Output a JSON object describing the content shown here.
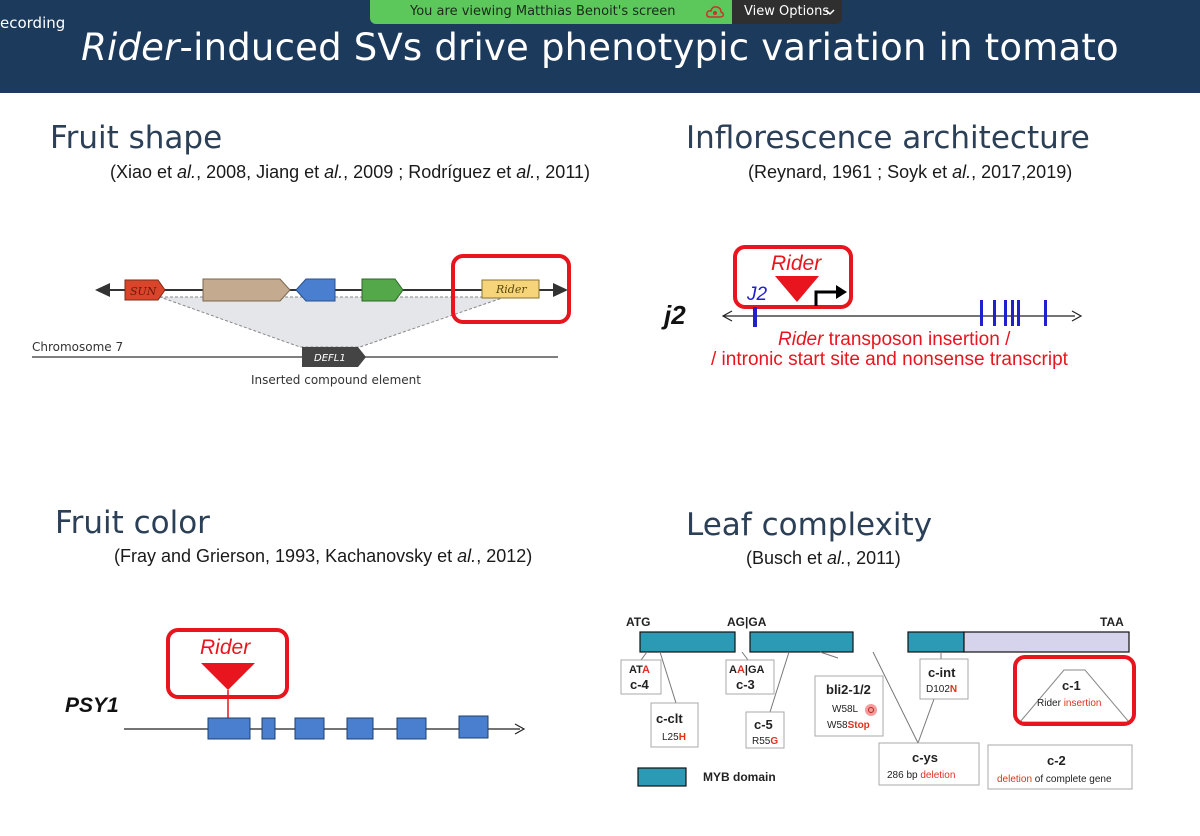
{
  "recording_label": "ecording",
  "zoom": {
    "banner_text": "You are viewing Matthias Benoit's screen",
    "view_options_label": "View Options",
    "banner_color": "#5cc85c"
  },
  "slide": {
    "title_italic": "Rider",
    "title_rest": "-induced SVs drive phenotypic variation in tomato",
    "header_color": "#1c3a5c",
    "highlight_color": "#e8141e"
  },
  "fruit_shape": {
    "title": "Fruit shape",
    "cite": {
      "a": "(Xiao et ",
      "a_i": "al.",
      "b": ", 2008, Jiang et ",
      "b_i": "al.",
      "c": ", 2009 ; Rodríguez et ",
      "c_i": "al.",
      "d": ", 2011)"
    },
    "gene_sun": "SUN",
    "gene_rider": "Rider",
    "chromosome": "Chromosome 7",
    "defl1": "DEFL1",
    "caption": "Inserted compound element"
  },
  "inflorescence": {
    "title": "Inflorescence architecture",
    "cite": {
      "a": "(Reynard, 1961 ; Soyk et ",
      "a_i": "al.",
      "b": ", 2017,2019)"
    },
    "rider_label": "Rider",
    "gene": "j2",
    "j2_marker": "J2",
    "desc_italic": "Rider",
    "desc_line1": " transposon insertion /",
    "desc_line2": "/ intronic start site and nonsense transcript"
  },
  "fruit_color": {
    "title": "Fruit color",
    "cite": {
      "a": "(Fray and Grierson, 1993, Kachanovsky et ",
      "a_i": "al.",
      "b": ", 2012)"
    },
    "rider_label": "Rider",
    "gene": "PSY1"
  },
  "leaf": {
    "title": "Leaf complexity",
    "cite": {
      "a": "(Busch et ",
      "a_i": "al.",
      "b": ", 2011)"
    },
    "atg": "ATG",
    "ag_ga": "AG|GA",
    "taa": "TAA",
    "c4": {
      "seq_black": "AT",
      "seq_red": "A",
      "name": "c-4"
    },
    "c3": {
      "seq_black1": "A",
      "seq_red": "A",
      "seq_black2": "|GA",
      "name": "c-3"
    },
    "cclt": {
      "name": "c-clt",
      "mut_black": "L25",
      "mut_red": "H"
    },
    "c5": {
      "name": "c-5",
      "mut_black": "R55",
      "mut_red": "G"
    },
    "bli": {
      "name": "bli2-1/2",
      "mut1": "W58L",
      "mut2_black": "W58",
      "mut2_red": "Stop"
    },
    "cint": {
      "name": "c-int",
      "mut_black": "D102",
      "mut_red": "N"
    },
    "cys": {
      "name": "c-ys",
      "black": "286 bp ",
      "red": "deletion"
    },
    "c1": {
      "name": "c-1",
      "black": "Rider ",
      "red": "insertion"
    },
    "c2": {
      "name": "c-2",
      "red": "deletion",
      "black": " of complete gene"
    },
    "legend": "MYB domain",
    "myb_color": "#2c9ab5",
    "c1_color": "#d6d3ec"
  }
}
